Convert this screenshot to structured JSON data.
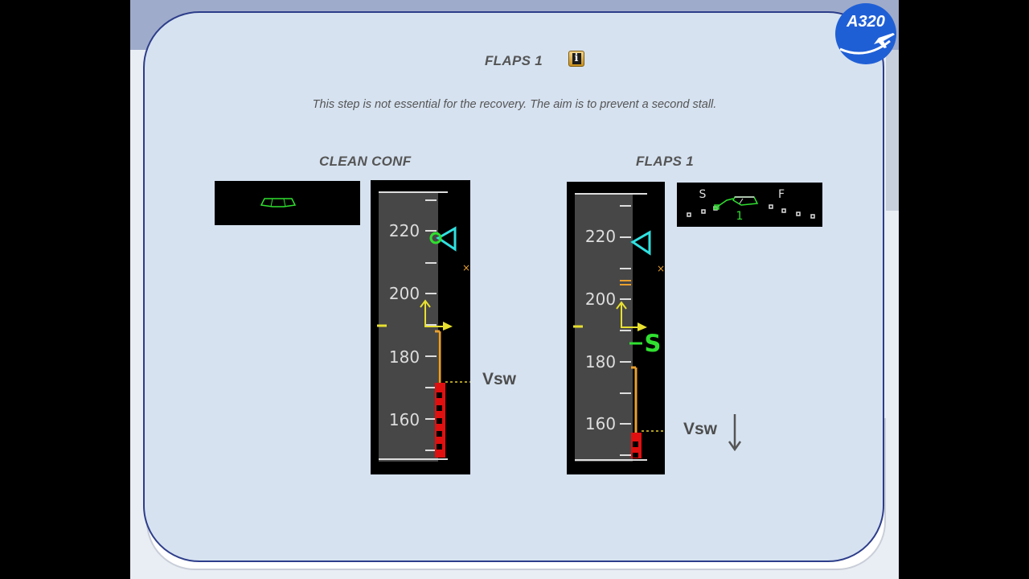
{
  "header": {
    "title": "FLAPS 1",
    "info_icon": "info-icon"
  },
  "logo": {
    "text": "A320"
  },
  "hint": "This step is not essential for the recovery. The aim is to prevent a second stall.",
  "left_section": {
    "title": "CLEAN CONF",
    "speed_labels": [
      "220",
      "200",
      "180",
      "160"
    ],
    "vsw_label": "Vsw"
  },
  "right_section": {
    "title": "FLAPS 1",
    "speed_labels": [
      "220",
      "200",
      "180",
      "160"
    ],
    "slat_label": "S",
    "flap_label": "F",
    "config_value": "1",
    "green_dot_label": "S",
    "vsw_label": "Vsw"
  },
  "colors": {
    "panel": "#d6e2f0",
    "border": "#2d3d8a",
    "tape": "#4a4a4a",
    "cyan": "#30e0e0",
    "green": "#30e030",
    "yellow": "#e8e030",
    "amber": "#e8a030",
    "red": "#e01010"
  }
}
